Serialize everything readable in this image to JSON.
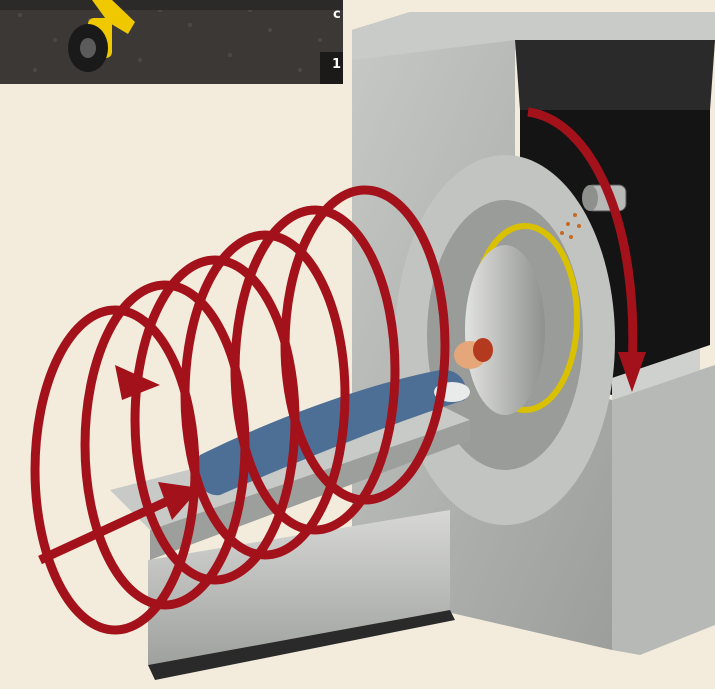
{
  "inset_photo": {
    "visible_text_top": "c",
    "visible_text_bottom": "1"
  },
  "illustration": {
    "subject": "ct-scanner-helical-scan",
    "colors": {
      "background": "#f3ecdc",
      "gantry": "#a9aba8",
      "gantry_shadow": "#7e807d",
      "bore_ring": "#d9c100",
      "helix": "#a3121b",
      "patient_blanket": "#4d6f95",
      "table": "#bdbfbd",
      "cavity": "#141414"
    },
    "icons": [
      "helix-arrow",
      "direction-arrow",
      "x-ray-tube",
      "rotation-arrow"
    ]
  }
}
